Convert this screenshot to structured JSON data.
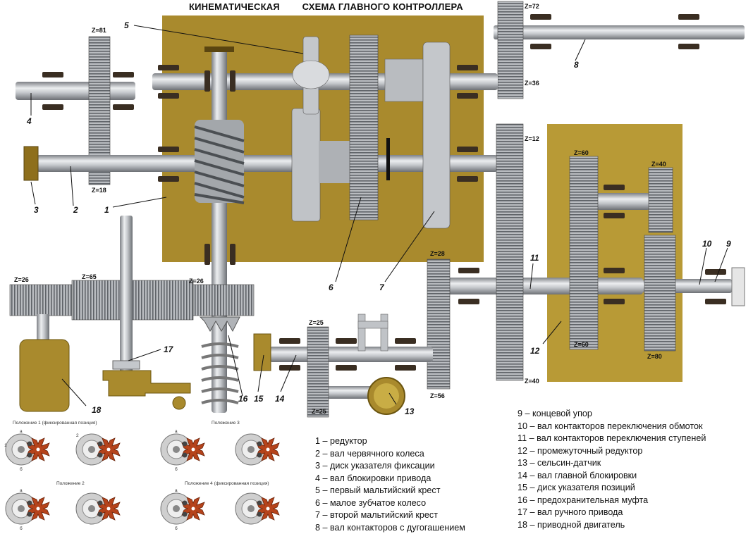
{
  "title": {
    "word1": "КИНЕМАТИЧЕСКАЯ",
    "word2": "СХЕМА ГЛАВНОГО КОНТРОЛЛЕРА"
  },
  "gear_labels": {
    "z81": "Z=81",
    "z18": "Z=18",
    "z72": "Z=72",
    "z36": "Z=36",
    "z12": "Z=12",
    "z60a": "Z=60",
    "z40a": "Z=40",
    "z60b": "Z=60",
    "z80": "Z=80",
    "z40b": "Z=40",
    "z26a": "Z=26",
    "z65": "Z=65",
    "z26b": "Z=26",
    "z28": "Z=28",
    "z25a": "Z=25",
    "z25b": "Z=25",
    "z56": "Z=56"
  },
  "callouts": [
    "1",
    "2",
    "3",
    "4",
    "5",
    "6",
    "7",
    "8",
    "9",
    "10",
    "11",
    "12",
    "13",
    "14",
    "15",
    "16",
    "17",
    "18"
  ],
  "positions": {
    "p1": "Положение 1 (фиксированная позиция)",
    "p2": "Положение 2",
    "p3": "Положение 3",
    "p4": "Положение 4 (фиксированная позиция)",
    "a": "а",
    "b": "б",
    "n1": "1",
    "n2": "2"
  },
  "legend_left": [
    "1 – редуктор",
    "2 – вал червячного колеса",
    "3 – диск указателя фиксации",
    "4 – вал блокировки привода",
    "5 – первый мальтийский крест",
    "6 – малое зубчатое колесо",
    "7 – второй мальтийский крест",
    "8 – вал контакторов с дугогашением"
  ],
  "legend_right": [
    "9 – концевой упор",
    "10 – вал контакторов переключения обмоток",
    "11 – вал контакторов переключения ступеней",
    "12 – промежуточный редуктор",
    "13 – сельсин-датчик",
    "14 – вал главной блокировки",
    "15 – диск указателя позиций",
    "16 – предохранительная муфта",
    "17 – вал ручного привода",
    "18 – приводной двигатель"
  ],
  "colors": {
    "housing": "#a98a2d",
    "housing_light": "#c9ad45",
    "shaft": "#c9ccd0",
    "gear": "#9ea2a6",
    "gear_dark": "#4b4f53",
    "bearing": "#3a2e22",
    "cross": "#b5431b",
    "cam": "#c8c8c8"
  }
}
